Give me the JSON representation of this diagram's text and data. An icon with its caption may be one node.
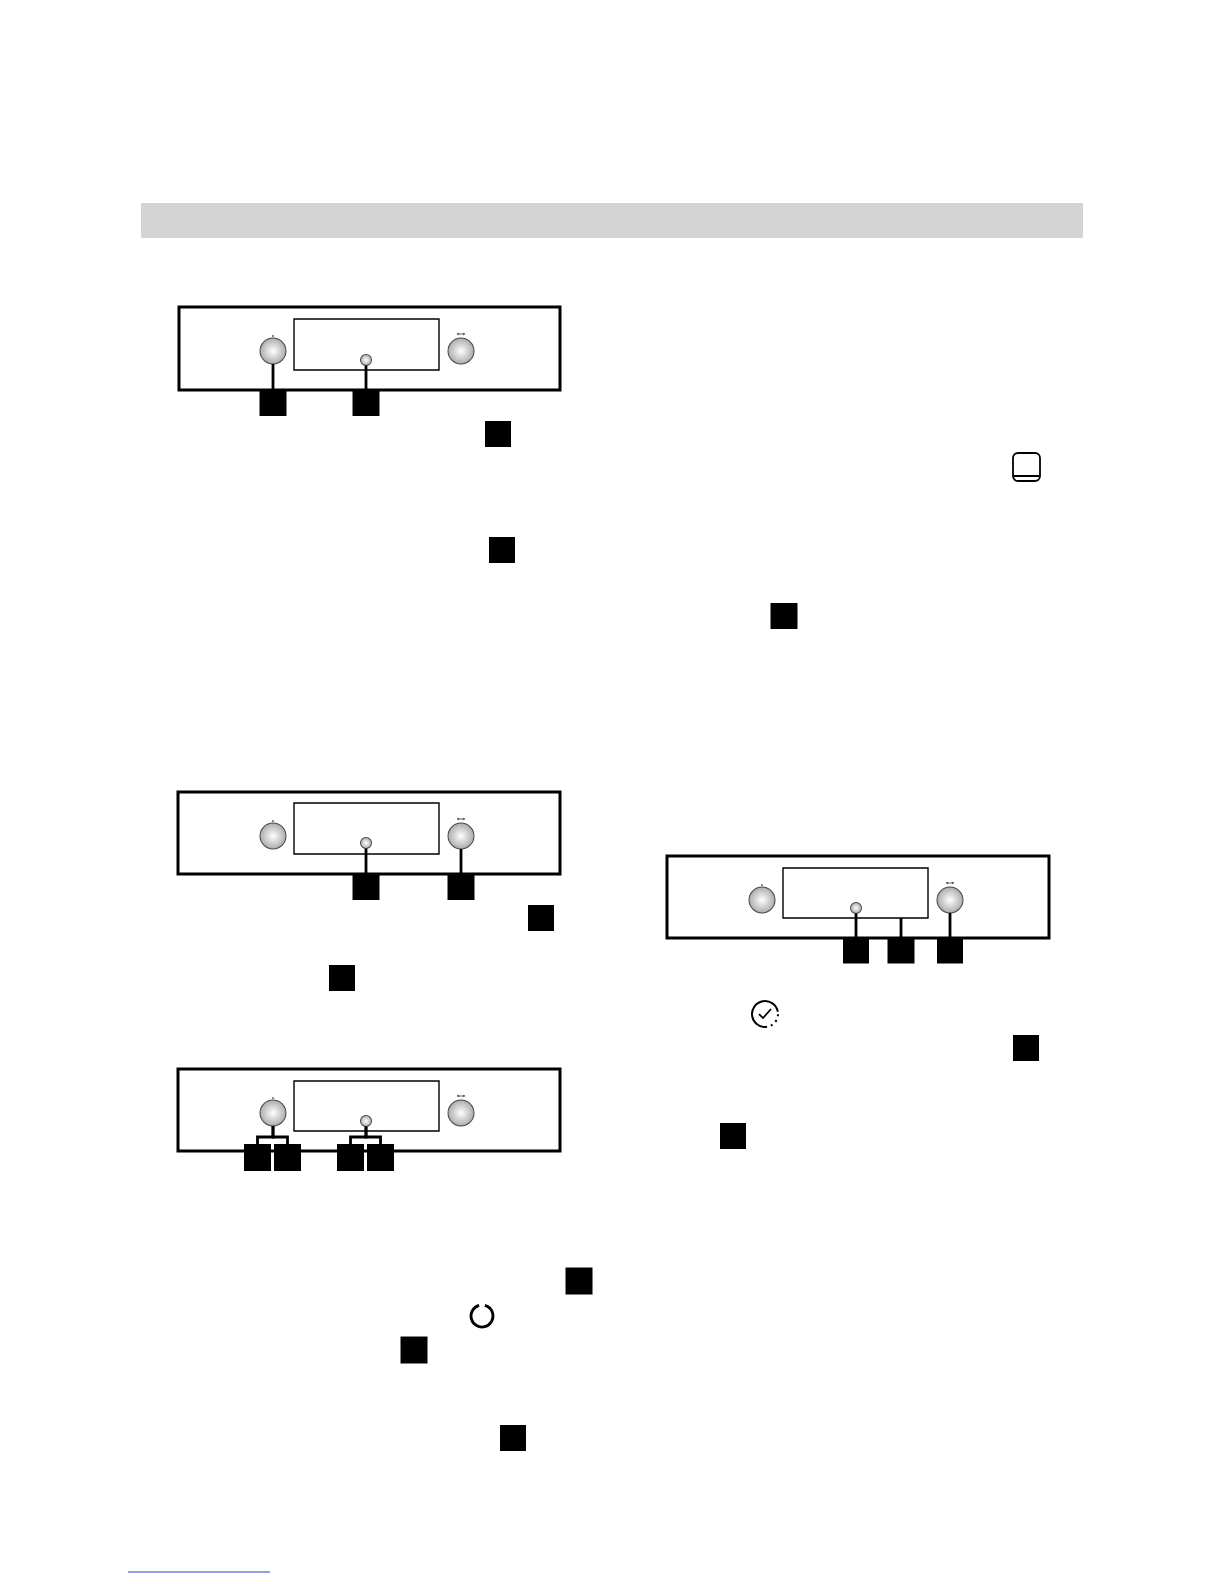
{
  "diagram": {
    "nodes": [
      {
        "text": [],
        "shape": "box"
      },
      {
        "text": [],
        "shape": "circle",
        "in": 0
      },
      {
        "text": [],
        "shape": "box",
        "in": 0
      },
      {
        "text": [],
        "shape": "circle",
        "in": 2
      },
      {
        "text": [],
        "shape": "circle",
        "in": 0
      },
      {
        "text": [],
        "shape": "box"
      },
      {
        "text": [],
        "shape": "box"
      },
      {
        "text": [],
        "shape": "box"
      },
      {
        "text": [],
        "shape": "box"
      },
      {
        "text": [],
        "shape": "box"
      },
      {
        "text": [],
        "shape": "circle",
        "in": 9
      },
      {
        "text": [],
        "shape": "box",
        "in": 9
      },
      {
        "text": [],
        "shape": "circle",
        "in": 11
      },
      {
        "text": [],
        "shape": "circle",
        "in": 9
      },
      {
        "text": [],
        "shape": "box"
      },
      {
        "text": [],
        "shape": "box"
      },
      {
        "text": [],
        "shape": "box"
      },
      {
        "text": [],
        "shape": "box"
      },
      {
        "text": [],
        "shape": "box"
      },
      {
        "text": [],
        "shape": "circle",
        "in": 18
      },
      {
        "text": [],
        "shape": "box",
        "in": 18
      },
      {
        "text": [],
        "shape": "circle",
        "in": 20
      },
      {
        "text": [],
        "shape": "circle",
        "in": 18
      },
      {
        "text": [],
        "shape": "box"
      },
      {
        "text": [],
        "shape": "box"
      },
      {
        "text": [],
        "shape": "box"
      },
      {
        "text": [],
        "shape": "box"
      },
      {
        "text": [],
        "shape": "box"
      },
      {
        "text": [],
        "shape": "box"
      },
      {
        "text": [],
        "shape": "box"
      },
      {
        "text": [],
        "shape": "box"
      },
      {
        "text": [],
        "shape": "box"
      },
      {
        "text": [],
        "shape": "circle",
        "in": 31
      },
      {
        "text": [],
        "shape": "box",
        "in": 31
      },
      {
        "text": [],
        "shape": "circle",
        "in": 33
      },
      {
        "text": [],
        "shape": "circle",
        "in": 31
      },
      {
        "text": [],
        "shape": "box"
      },
      {
        "text": [],
        "shape": "box"
      },
      {
        "text": [],
        "shape": "box"
      },
      {
        "text": [],
        "shape": "box"
      },
      {
        "text": [],
        "shape": "box"
      }
    ],
    "edges": [
      {
        "from": 5,
        "to": 1,
        "arrow": "none"
      },
      {
        "from": 6,
        "to": 3,
        "arrow": "none"
      },
      {
        "from": 14,
        "to": 12,
        "arrow": "none"
      },
      {
        "from": 15,
        "to": 13,
        "arrow": "none"
      },
      {
        "from": 23,
        "to": 19,
        "arrow": "none"
      },
      {
        "from": 24,
        "to": 19,
        "arrow": "none"
      },
      {
        "from": 25,
        "to": 21,
        "arrow": "none"
      },
      {
        "from": 26,
        "to": 21,
        "arrow": "none"
      },
      {
        "from": 36,
        "to": 34,
        "arrow": "none"
      },
      {
        "from": 37,
        "to": 33,
        "arrow": "none"
      },
      {
        "from": 38,
        "to": 35,
        "arrow": "none"
      }
    ]
  }
}
